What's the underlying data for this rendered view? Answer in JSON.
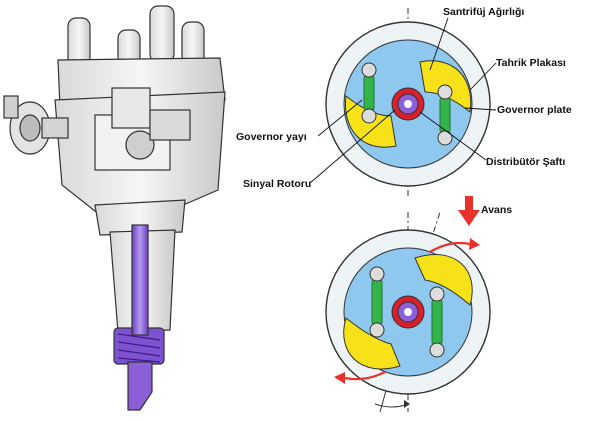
{
  "labels": {
    "centrifugal_weight": "Santrifüj Ağırlığı",
    "drive_plate": "Tahrik Plakası",
    "governor_plate": "Governor plate",
    "governor_spring": "Governor yayı",
    "distributor_shaft": "Distribütör Şaftı",
    "signal_rotor": "Sinyal Rotoru",
    "advance": "Avans"
  },
  "colors": {
    "background": "#ffffff",
    "plate_blue": "#8fc8ee",
    "weight_yellow": "#f7e21a",
    "spring_green": "#34b34a",
    "shaft_purple": "#8b5fd6",
    "rotor_red": "#d8202c",
    "arrow_red": "#e8322b",
    "outline": "#333333"
  }
}
